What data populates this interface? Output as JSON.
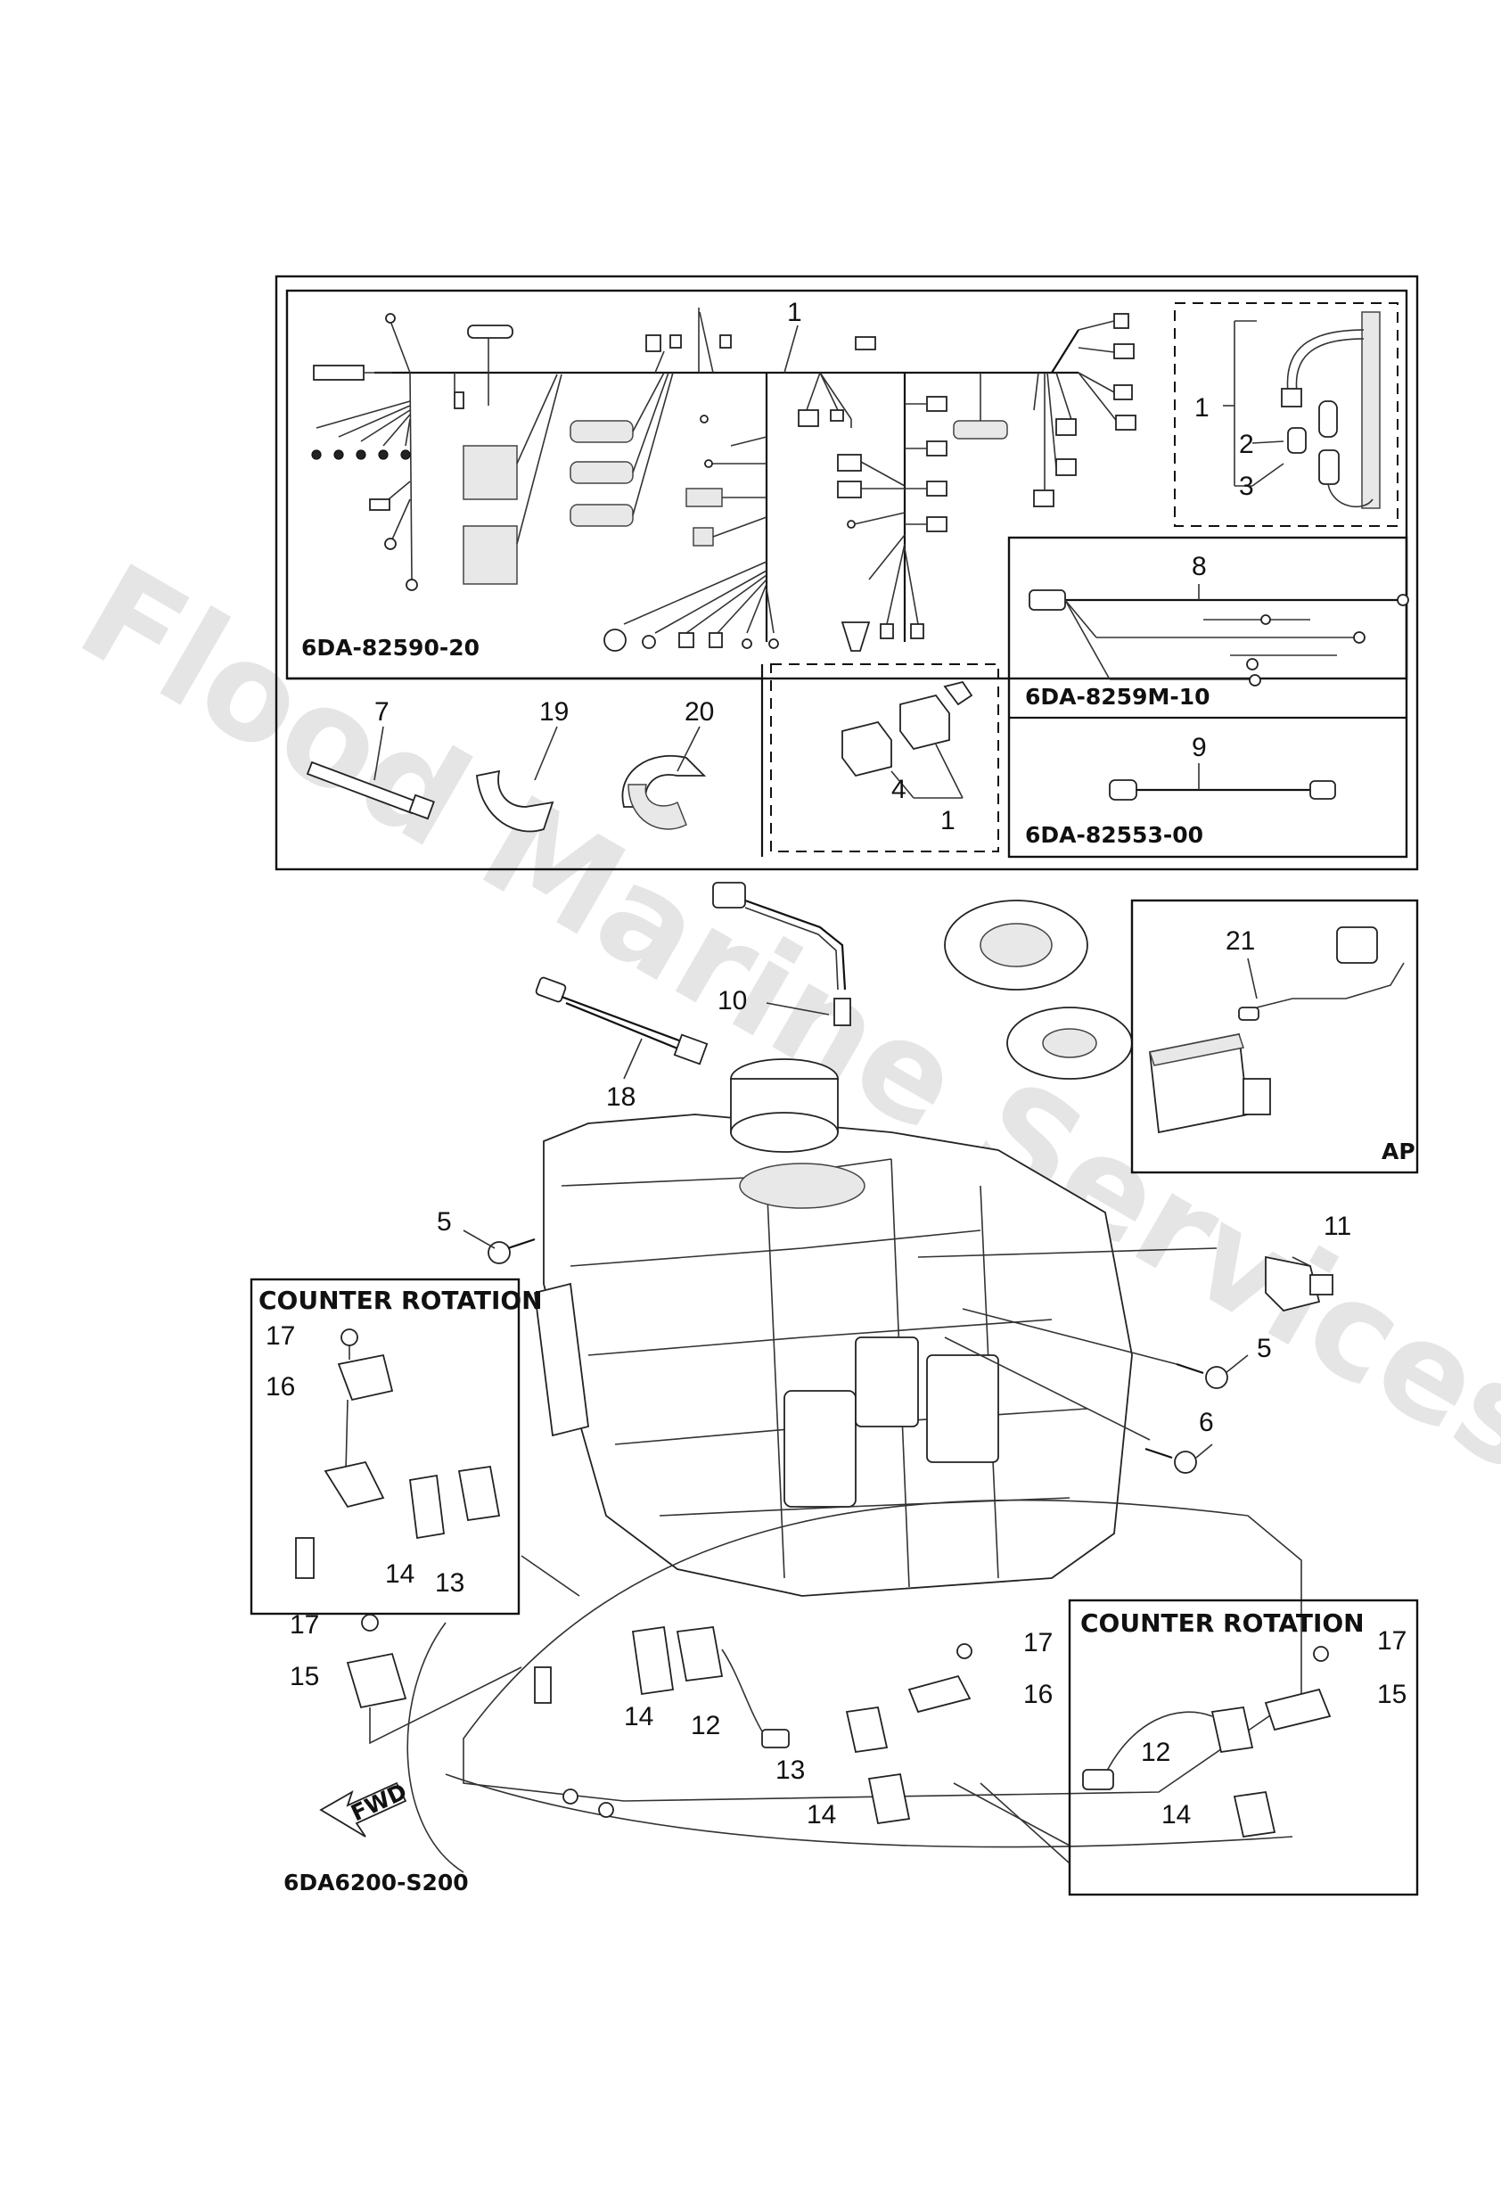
{
  "watermark": "Flood Marine Services",
  "drawing_code": "6DA6200-S200",
  "fwd_label": "FWD",
  "kit_codes": {
    "main_harness": "6DA-82590-20",
    "lead_8": "6DA-8259M-10",
    "lead_9": "6DA-82553-00",
    "ap": "AP"
  },
  "counter_rotation": {
    "left": "COUNTER ROTATION",
    "right": "COUNTER  ROTATION"
  },
  "callouts": {
    "c1_top": "1",
    "c1_right": "1",
    "c2": "2",
    "c3": "3",
    "c4": "4",
    "c1_relay": "1",
    "c8": "8",
    "c9": "9",
    "c7": "7",
    "c19": "19",
    "c20": "20",
    "c21": "21",
    "c10": "10",
    "c18": "18",
    "c5a": "5",
    "c5b": "5",
    "c6": "6",
    "c11": "11",
    "cr_l_17": "17",
    "cr_l_16": "16",
    "cr_l_14": "14",
    "cr_l_13": "13",
    "c17a": "17",
    "c15a": "15",
    "c14a": "14",
    "c12a": "12",
    "c13a": "13",
    "c14b": "14",
    "c17b": "17",
    "c16a": "16",
    "cr_r_17": "17",
    "cr_r_15": "15",
    "cr_r_12": "12",
    "cr_r_14": "14"
  }
}
